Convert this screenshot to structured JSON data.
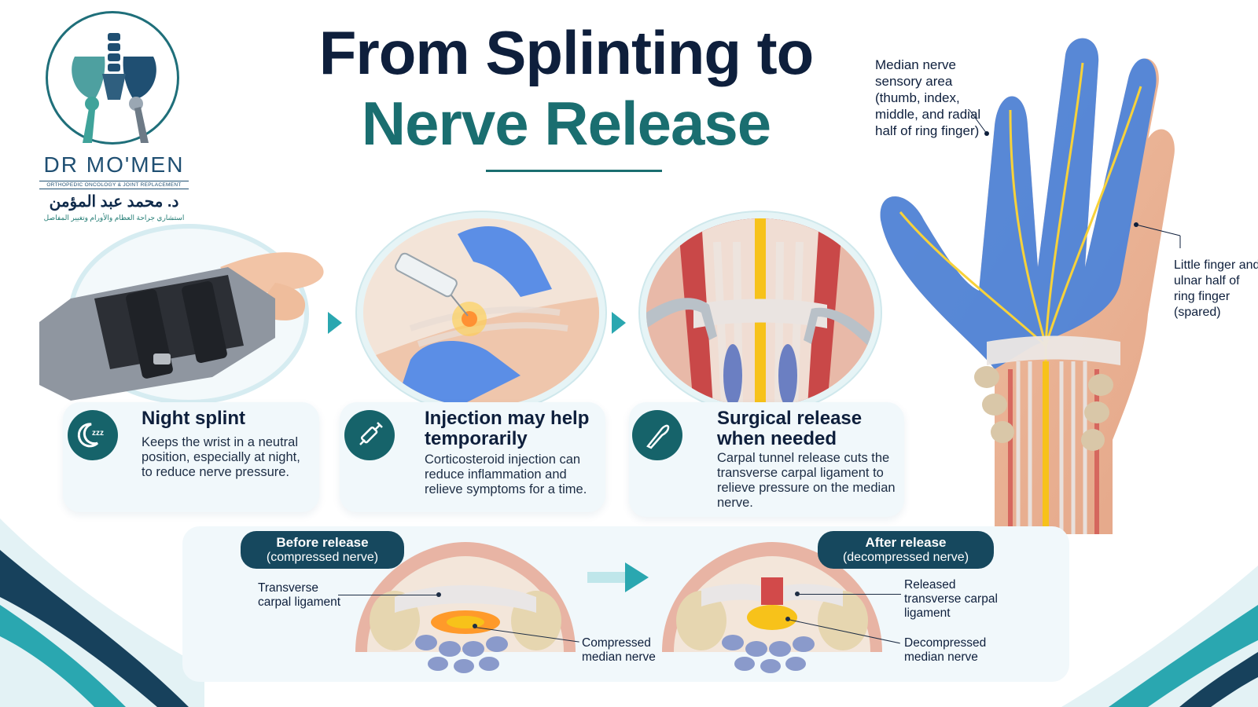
{
  "logo": {
    "brand": "DR MO'MEN",
    "tagline": "ORTHOPEDIC ONCOLOGY & JOINT REPLACEMENT",
    "arabic_name": "د. محمد عبد المؤمن",
    "arabic_subtitle": "استشاري جراحة العظام والأورام وتغيير المفاصل"
  },
  "title": {
    "line1": "From Splinting to",
    "line2": "Nerve Release"
  },
  "hand_annotations": {
    "median_area": "Median nerve sensory area (thumb, index, middle, and radial half of ring finger)",
    "little_finger": "Little finger and ulnar half of ring finger (spared)"
  },
  "steps": [
    {
      "title": "Night splint",
      "body": "Keeps the wrist in a neutral position, especially at night, to reduce nerve pressure.",
      "icon": "sleep-moon-icon"
    },
    {
      "title": "Injection may help temporarily",
      "body": "Corticosteroid injection can reduce inflammation and relieve symptoms for a time.",
      "icon": "syringe-icon"
    },
    {
      "title": "Surgical release when needed",
      "body": "Carpal tunnel release cuts the transverse carpal ligament to relieve pressure on the median nerve.",
      "icon": "scalpel-icon"
    }
  ],
  "comparison": {
    "before": {
      "title": "Before release",
      "subtitle": "(compressed nerve)",
      "label_ligament": "Transverse carpal ligament",
      "label_nerve": "Compressed median nerve"
    },
    "after": {
      "title": "After release",
      "subtitle": "(decompressed nerve)",
      "label_ligament": "Released transverse carpal ligament",
      "label_nerve": "Decompressed median nerve"
    }
  },
  "colors": {
    "navy": "#0e1f3c",
    "teal": "#1a6e70",
    "accent": "#2aa7b0",
    "card_bg": "#f1f8fb",
    "pill": "#16485e"
  }
}
